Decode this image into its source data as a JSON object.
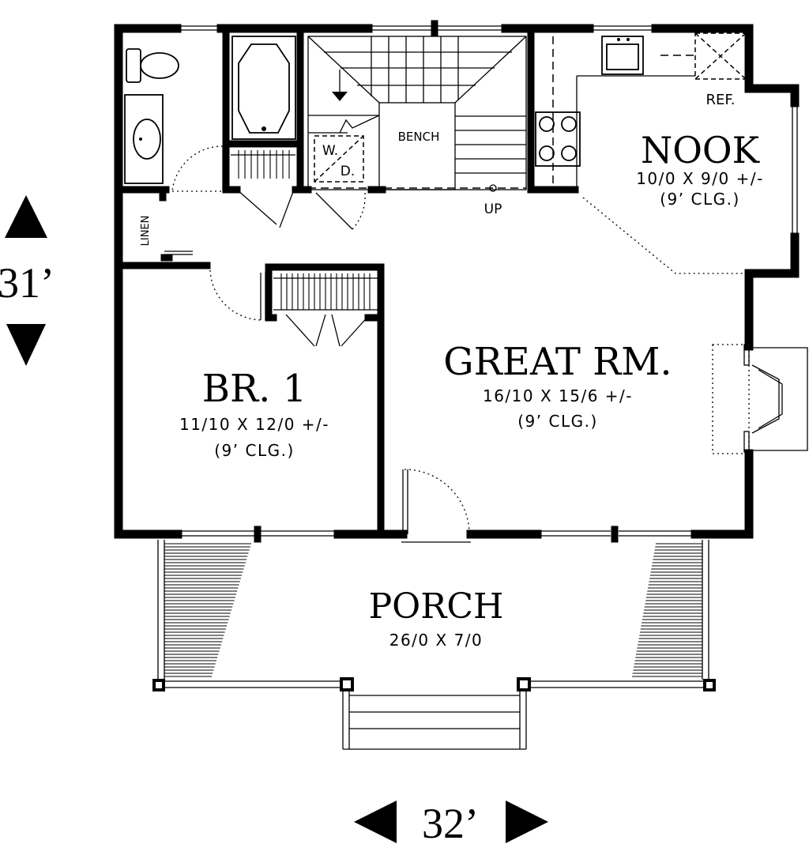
{
  "overall": {
    "height_label": "31’",
    "width_label": "32’"
  },
  "rooms": {
    "great_room": {
      "name": "GREAT RM.",
      "size": "16/10 X 15/6 +/-",
      "ceiling": "(9’ CLG.)"
    },
    "bedroom": {
      "name": "BR. 1",
      "size": "11/10 X 12/0 +/-",
      "ceiling": "(9’ CLG.)"
    },
    "nook": {
      "name": "NOOK",
      "size": "10/0 X 9/0 +/-",
      "ceiling": "(9’ CLG.)"
    },
    "porch": {
      "name": "PORCH",
      "size": "26/0 X 7/0"
    }
  },
  "labels": {
    "bench": "BENCH",
    "up": "UP",
    "linen": "LINEN",
    "refrigerator": "REF.",
    "washer": "W.",
    "dryer": "D."
  }
}
